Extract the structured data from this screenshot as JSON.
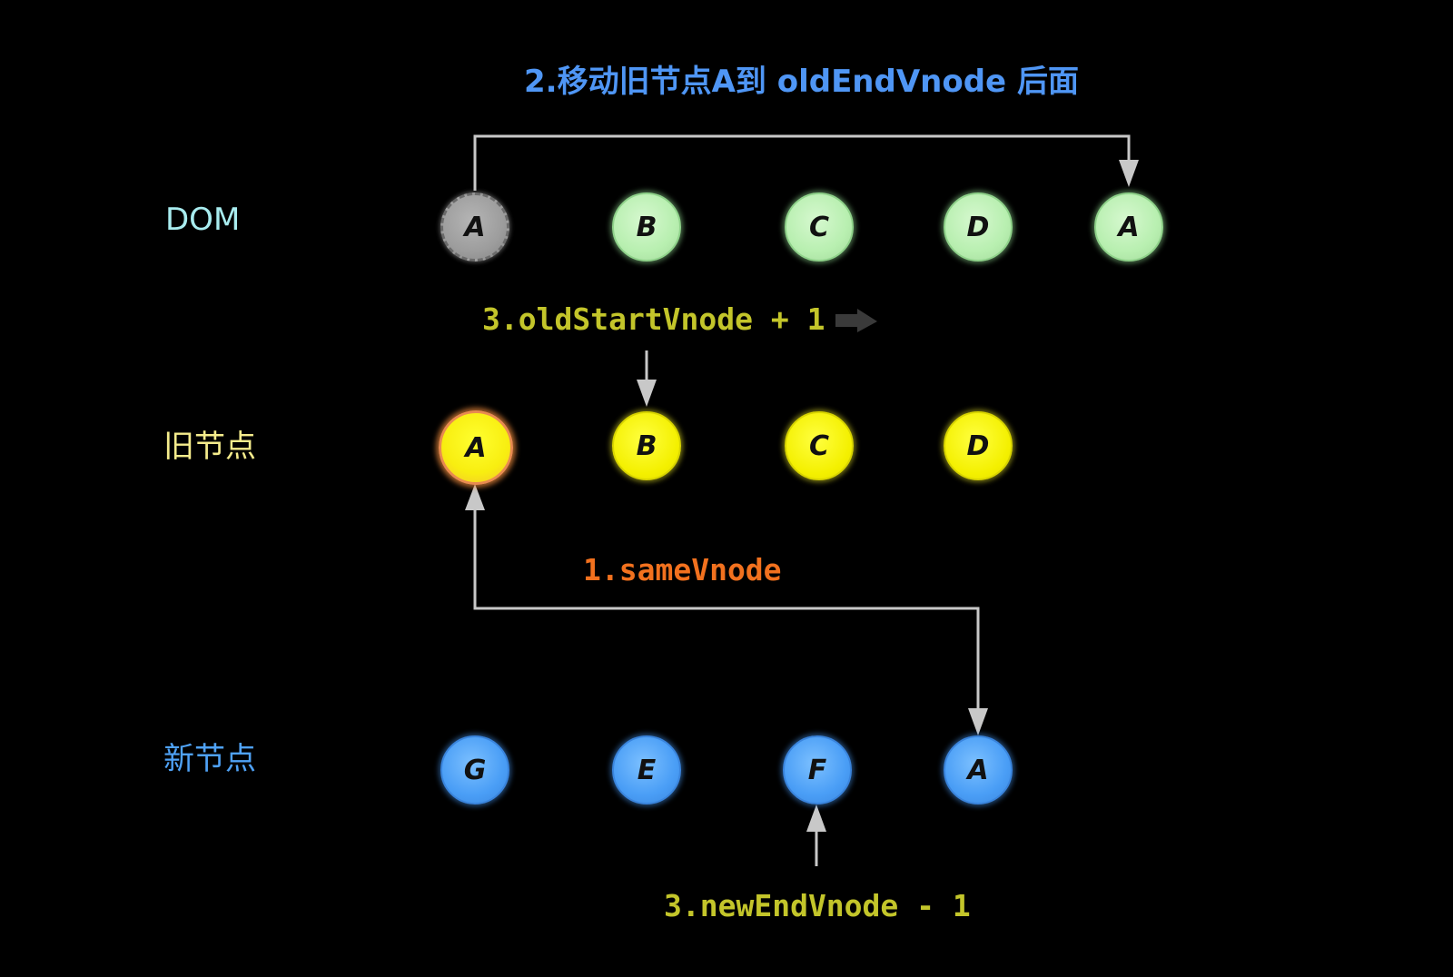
{
  "colors": {
    "background": "#000000",
    "connector": "#c8c8c8",
    "label_dom": "#a8ecef",
    "label_old": "#f5ec8c",
    "label_new": "#4fa2f6",
    "step_move": "#4f96f5",
    "step_same": "#f2711e",
    "step_pointer": "#c3c52a",
    "faint_arrow": "#3a3a3a"
  },
  "rows": {
    "dom": {
      "label": "DOM",
      "nodes": [
        {
          "text": "A",
          "state": "removed"
        },
        {
          "text": "B",
          "state": "normal"
        },
        {
          "text": "C",
          "state": "normal"
        },
        {
          "text": "D",
          "state": "normal"
        },
        {
          "text": "A",
          "state": "moved"
        }
      ]
    },
    "old": {
      "label": "旧节点",
      "nodes": [
        {
          "text": "A",
          "state": "matched"
        },
        {
          "text": "B",
          "state": "normal"
        },
        {
          "text": "C",
          "state": "normal"
        },
        {
          "text": "D",
          "state": "normal"
        }
      ]
    },
    "new": {
      "label": "新节点",
      "nodes": [
        {
          "text": "G",
          "state": "normal"
        },
        {
          "text": "E",
          "state": "normal"
        },
        {
          "text": "F",
          "state": "normal"
        },
        {
          "text": "A",
          "state": "matched"
        }
      ]
    }
  },
  "steps": {
    "move": "2.移动旧节点A到 oldEndVnode 后面",
    "old_start_pointer": "3.oldStartVnode + 1",
    "same_vnode": "1.sameVnode",
    "new_end_pointer": "3.newEndVnode - 1"
  }
}
